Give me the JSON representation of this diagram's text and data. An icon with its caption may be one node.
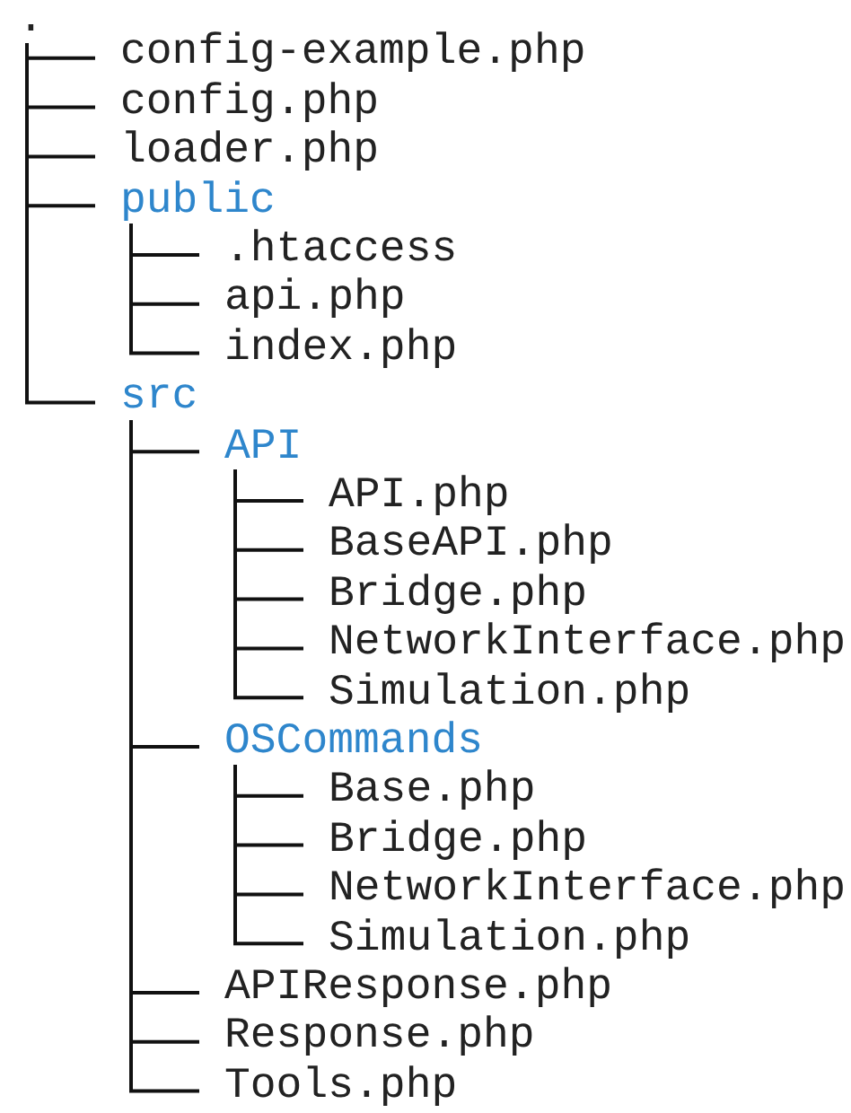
{
  "diagram": {
    "nodes": [
      {
        "text": [
          "."
        ]
      },
      {
        "text": [
          "config-example.php"
        ]
      },
      {
        "text": [
          "config.php"
        ]
      },
      {
        "text": [
          "loader.php"
        ]
      },
      {
        "text": [
          "public"
        ]
      },
      {
        "text": [
          ".htaccess"
        ]
      },
      {
        "text": [
          "api.php"
        ]
      },
      {
        "text": [
          "index.php"
        ]
      },
      {
        "text": [
          "src"
        ]
      },
      {
        "text": [
          "API"
        ]
      },
      {
        "text": [
          "API.php"
        ]
      },
      {
        "text": [
          "BaseAPI.php"
        ]
      },
      {
        "text": [
          "Bridge.php"
        ]
      },
      {
        "text": [
          "NetworkInterface.php"
        ]
      },
      {
        "text": [
          "Simulation.php"
        ]
      },
      {
        "text": [
          "OSCommands"
        ]
      },
      {
        "text": [
          "Base.php"
        ]
      },
      {
        "text": [
          "Bridge.php"
        ]
      },
      {
        "text": [
          "NetworkInterface.php"
        ]
      },
      {
        "text": [
          "Simulation.php"
        ]
      },
      {
        "text": [
          "APIResponse.php"
        ]
      },
      {
        "text": [
          "Response.php"
        ]
      },
      {
        "text": [
          "Tools.php"
        ]
      }
    ],
    "edges": [
      {
        "from": 0,
        "to": 1,
        "arrow": "none"
      },
      {
        "from": 0,
        "to": 2,
        "arrow": "none"
      },
      {
        "from": 0,
        "to": 3,
        "arrow": "none"
      },
      {
        "from": 0,
        "to": 4,
        "arrow": "none"
      },
      {
        "from": 4,
        "to": 5,
        "arrow": "none"
      },
      {
        "from": 4,
        "to": 6,
        "arrow": "none"
      },
      {
        "from": 4,
        "to": 7,
        "arrow": "none"
      },
      {
        "from": 0,
        "to": 8,
        "arrow": "none"
      },
      {
        "from": 8,
        "to": 9,
        "arrow": "none"
      },
      {
        "from": 9,
        "to": 10,
        "arrow": "none"
      },
      {
        "from": 9,
        "to": 11,
        "arrow": "none"
      },
      {
        "from": 9,
        "to": 12,
        "arrow": "none"
      },
      {
        "from": 9,
        "to": 13,
        "arrow": "none"
      },
      {
        "from": 9,
        "to": 14,
        "arrow": "none"
      },
      {
        "from": 8,
        "to": 15,
        "arrow": "none"
      },
      {
        "from": 15,
        "to": 16,
        "arrow": "none"
      },
      {
        "from": 15,
        "to": 17,
        "arrow": "none"
      },
      {
        "from": 15,
        "to": 18,
        "arrow": "none"
      },
      {
        "from": 15,
        "to": 19,
        "arrow": "none"
      },
      {
        "from": 8,
        "to": 20,
        "arrow": "none"
      },
      {
        "from": 8,
        "to": 21,
        "arrow": "none"
      },
      {
        "from": 8,
        "to": 22,
        "arrow": "none"
      }
    ]
  }
}
